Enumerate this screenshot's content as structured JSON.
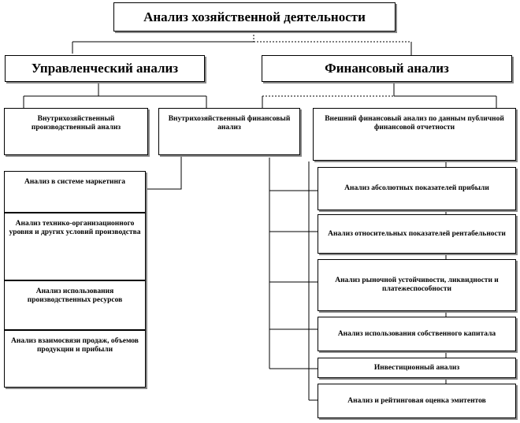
{
  "root": "Анализ хозяйственной деятельности",
  "management": {
    "title": "Управленческий анализ",
    "internal_production": "Внутрихозяйственный производственный анализ",
    "internal_financial": "Внутрихозяйственный финансовый анализ",
    "items": [
      "Анализ в системе маркетинга",
      "Анализ технико-организационного уровня и других условий производства",
      "Анализ использования производственных ресурсов",
      "Анализ взаимосвязи продаж, объемов продукции и прибыли"
    ]
  },
  "financial": {
    "title": "Финансовый анализ",
    "external": "Внешний финансовый анализ по данным публичной финансовой отчетности",
    "items": [
      "Анализ абсолютных показателей прибыли",
      "Анализ относительных показателей рентабельности",
      "Анализ рыночной устойчивости, ликвидности и платежеспособности",
      "Анализ использования собственного капитала",
      "Инвестиционный анализ",
      "Анализ и рейтинговая оценка эмитентов"
    ]
  }
}
